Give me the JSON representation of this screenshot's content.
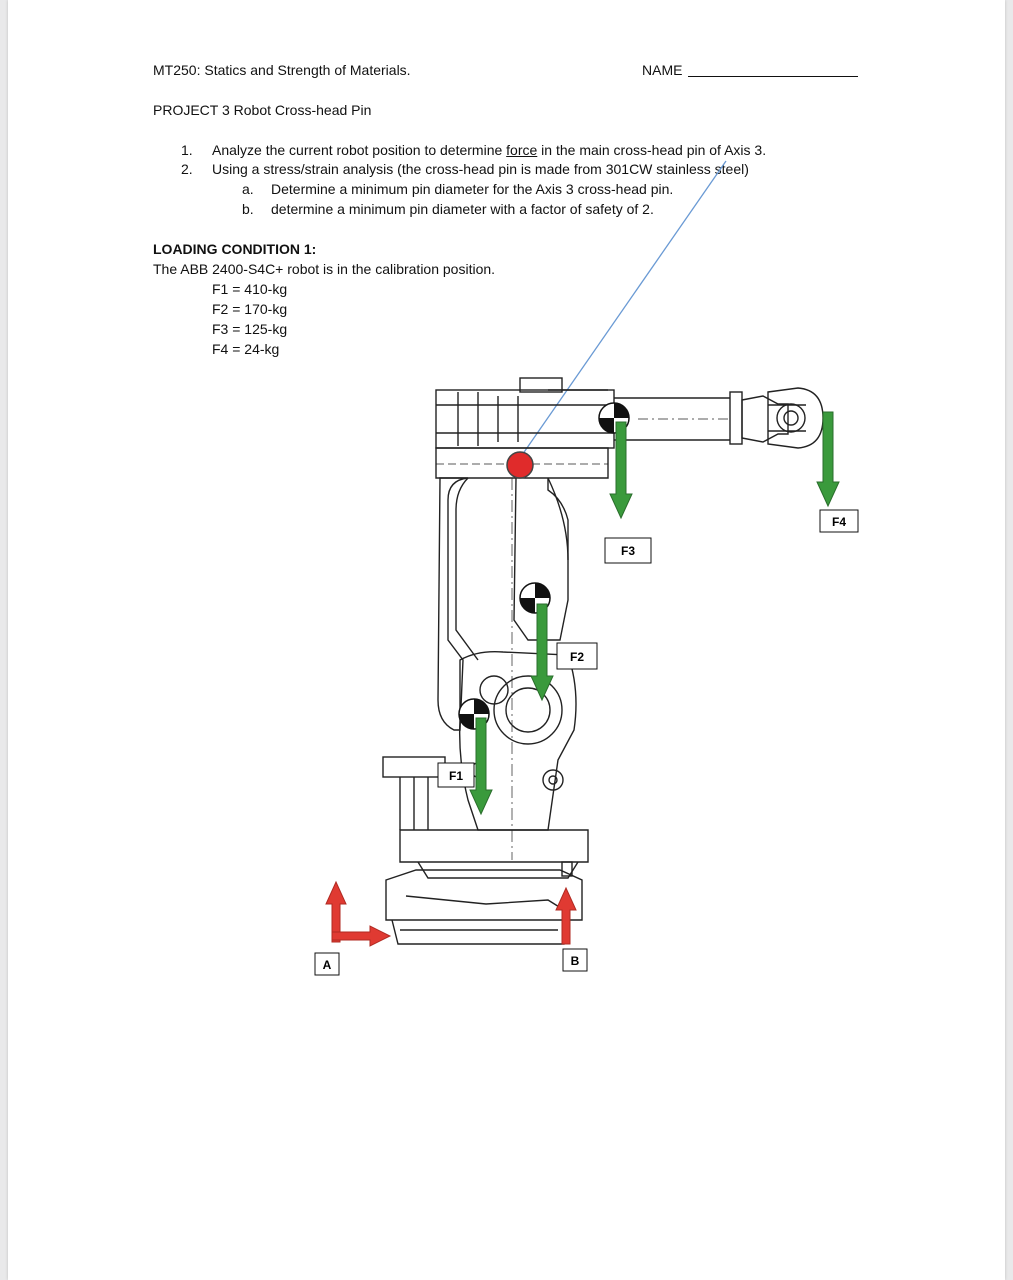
{
  "header": {
    "course": "MT250: Statics and Strength of Materials.",
    "name_label": "NAME"
  },
  "project_title": "PROJECT 3 Robot Cross-head Pin",
  "tasks": [
    {
      "num": "1.",
      "pre": "Analyze the current robot position to determine ",
      "link": "force",
      "post": " in the main cross-head pin of Axis 3."
    },
    {
      "num": "2.",
      "text": "Using a stress/strain analysis (the cross-head pin is made from 301CW stainless steel)"
    }
  ],
  "subtasks": [
    {
      "num": "a.",
      "text": "Determine a minimum pin diameter for the Axis 3 cross-head pin."
    },
    {
      "num": "b.",
      "text": "determine a minimum pin diameter with a factor of safety of 2."
    }
  ],
  "loading": {
    "title": "LOADING CONDITION 1:",
    "description": "The ABB 2400-S4C+ robot is in the calibration position.",
    "forces": [
      "F1 = 410-kg",
      "F2 = 170-kg",
      "F3 = 125-kg",
      "F4 = 24-kg"
    ]
  },
  "diagram": {
    "labels": {
      "f1": "F1",
      "f2": "F2",
      "f3": "F3",
      "f4": "F4",
      "a": "A",
      "b": "B"
    },
    "colors": {
      "force_arrow": "#3a9a3c",
      "reaction_arrow": "#e03a32",
      "pin": "#e02b2b",
      "leader_line": "#6a9ad4"
    }
  }
}
